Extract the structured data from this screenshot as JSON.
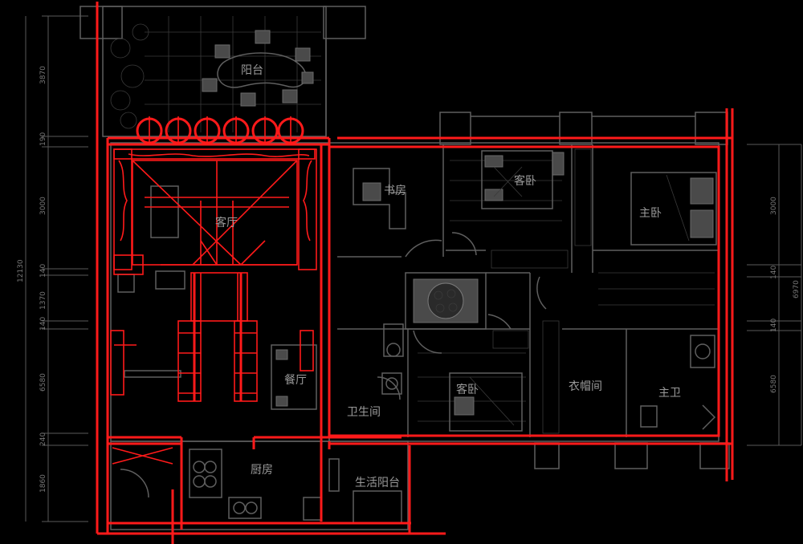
{
  "rooms": {
    "balcony": "阳台",
    "living": "客厅",
    "dining": "餐厅",
    "kitchen": "厨房",
    "study": "书房",
    "guest1": "客卧",
    "guest2": "客卧",
    "master": "主卧",
    "closet": "衣帽间",
    "master_bath": "主卫",
    "bathroom": "卫生间",
    "utility_balcony": "生活阳台"
  },
  "dims_left": [
    "3870",
    "190",
    "3000",
    "140",
    "1370",
    "140",
    "6580",
    "240",
    "1860"
  ],
  "dim_left_total": "12130",
  "dims_right": [
    "3000",
    "140",
    "140",
    "6580"
  ],
  "dim_right_total": "6970",
  "colors": {
    "background": "#000000",
    "markup": "#ff1a1a",
    "linework": "#5f5f5f",
    "text": "#9a9a9a"
  }
}
